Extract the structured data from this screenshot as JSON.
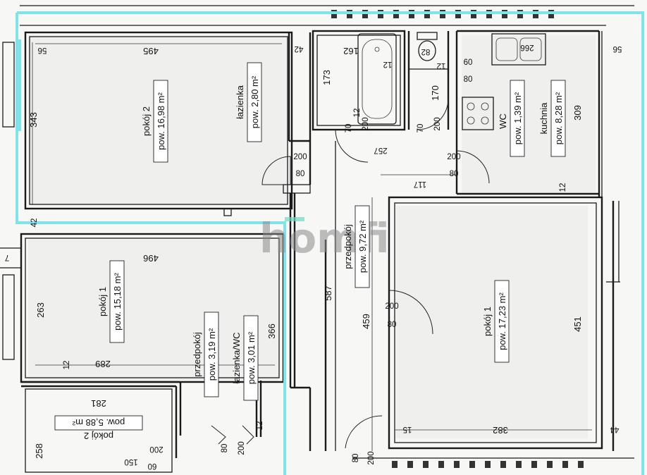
{
  "brand": {
    "logo": "homfi",
    "accent": "#6fd8c0"
  },
  "highlight_color": "#7fe3ea",
  "rooms": {
    "pokoj2": {
      "name": "pokój 2",
      "area": "pow. 16,98 m²"
    },
    "lazienka": {
      "name": "łazienka",
      "area": "pow. 2,80 m²"
    },
    "wc": {
      "name": "WC",
      "area": "pow. 1,39 m²"
    },
    "kuchnia": {
      "name": "kuchnia",
      "area": "pow. 8,28 m²"
    },
    "przedpokoj_c": {
      "name": "przedpokój",
      "area": "pow. 9,72 m²"
    },
    "pokoj1_r": {
      "name": "pokój 1",
      "area": "pow. 17,23 m²"
    },
    "pokoj1_l": {
      "name": "pokój 1",
      "area": "pow. 15,18 m²"
    },
    "przedpokoj_s": {
      "name": "przedpokój",
      "area": "pow. 3,19 m²"
    },
    "lazienka_wc": {
      "name": "łazienka/WC",
      "area": "pow. 3,01 m²"
    },
    "pokoj2_bl": {
      "name": "pokój 2",
      "area": "pow. 5,88 m²"
    }
  },
  "dims": {
    "d495": "495",
    "d56a": "56",
    "d42a": "42",
    "d343": "343",
    "d42b": "42",
    "d162": "162",
    "d12a": "12",
    "d82": "82",
    "d12b": "12",
    "d60": "60",
    "d80a": "80",
    "d266": "266",
    "d56b": "56",
    "d173": "173",
    "d170": "170",
    "d12c": "12",
    "d200a": "200",
    "d70a": "70",
    "d200b": "200",
    "d70b": "70",
    "d200c": "200",
    "d80b": "80",
    "d257": "257",
    "d200d": "200",
    "d80c": "80",
    "d117": "117",
    "d309": "309",
    "d12d": "12",
    "d496": "496",
    "d7": "7",
    "d263": "263",
    "d289": "289",
    "d12e": "12",
    "d366": "366",
    "d587": "587",
    "d459": "459",
    "d200e": "200",
    "d80d": "80",
    "d451": "451",
    "d281": "281",
    "d258": "258",
    "d200f": "200",
    "d60b": "60",
    "d150": "150",
    "d80e": "80",
    "d200g": "200",
    "d12f": "12",
    "d15": "15",
    "d382": "382",
    "d44": "44",
    "d80f": "80",
    "d200h": "200"
  }
}
